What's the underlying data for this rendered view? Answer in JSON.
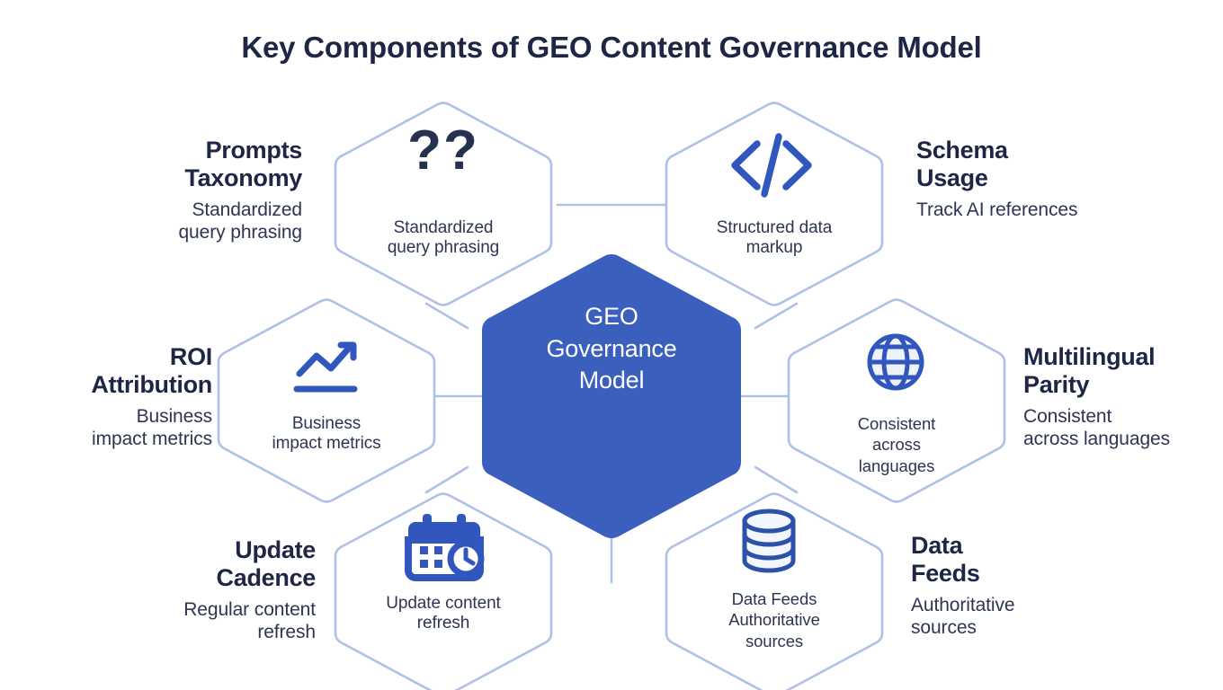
{
  "title": "Key Components of GEO Content Governance Model",
  "colors": {
    "title_navy": "#1d2745",
    "center_blue": "#3a5fbd",
    "hex_border": "#aec0e6",
    "icon_blue": "#3157be",
    "icon_navy": "#26304f",
    "body_text": "#2d3553",
    "background": "#ffffff"
  },
  "center": {
    "line1": "GEO",
    "line2": "Governance",
    "line3": "Model"
  },
  "hexagons": [
    {
      "id": "standardized-query-phrasing",
      "icon": "question-marks-icon",
      "icon_glyph": "??",
      "text_lines": [
        "Standardized",
        "query phrasing"
      ]
    },
    {
      "id": "structured-data-markup",
      "icon": "code-brackets-icon",
      "icon_glyph": "</>",
      "text_lines": [
        "Structured data",
        "markup"
      ]
    },
    {
      "id": "business-impact-metrics",
      "icon": "trending-up-chart-icon",
      "icon_glyph": "",
      "text_lines": [
        "Business",
        "impact metrics"
      ]
    },
    {
      "id": "consistent-across-languages",
      "icon": "globe-icon",
      "icon_glyph": "",
      "text_lines": [
        "Consistent",
        "across",
        "languages"
      ]
    },
    {
      "id": "update-content-refresh",
      "icon": "calendar-clock-icon",
      "icon_glyph": "",
      "text_lines": [
        "Update content",
        "refresh"
      ]
    },
    {
      "id": "data-feeds-authoritative-sources",
      "icon": "database-icon",
      "icon_glyph": "",
      "text_lines": [
        "Data Feeds",
        "Authoritative",
        "sources"
      ]
    }
  ],
  "labels": {
    "prompts_taxonomy": {
      "title": "Prompts\nTaxonomy",
      "subtitle": "Standardized\nquery phrasing"
    },
    "schema_usage": {
      "title": "Schema\nUsage",
      "subtitle": "Track AI references"
    },
    "roi_attribution": {
      "title": "ROI\nAttribution",
      "subtitle": "Business\nimpact metrics"
    },
    "multilingual_parity": {
      "title": "Multilingual\nParity",
      "subtitle": "Consistent\nacross languages"
    },
    "update_cadence": {
      "title": "Update\nCadence",
      "subtitle": "Regular content\nrefresh"
    },
    "data_feeds": {
      "title": "Data\nFeeds",
      "subtitle": "Authoritative\nsources"
    }
  }
}
